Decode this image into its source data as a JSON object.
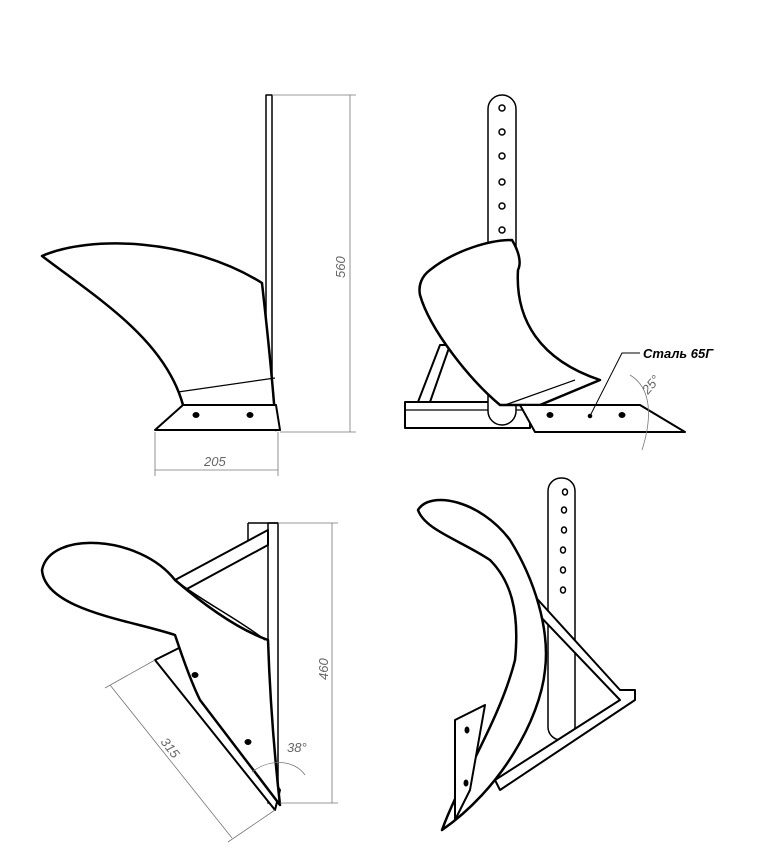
{
  "dimensions": {
    "height_side": "560",
    "width_side": "205",
    "height_top": "460",
    "blade_length": "315",
    "angle_top": "38°",
    "angle_front": "25°"
  },
  "material_label": "Сталь 65Г",
  "colors": {
    "line": "#000000",
    "dimension": "#777777"
  }
}
